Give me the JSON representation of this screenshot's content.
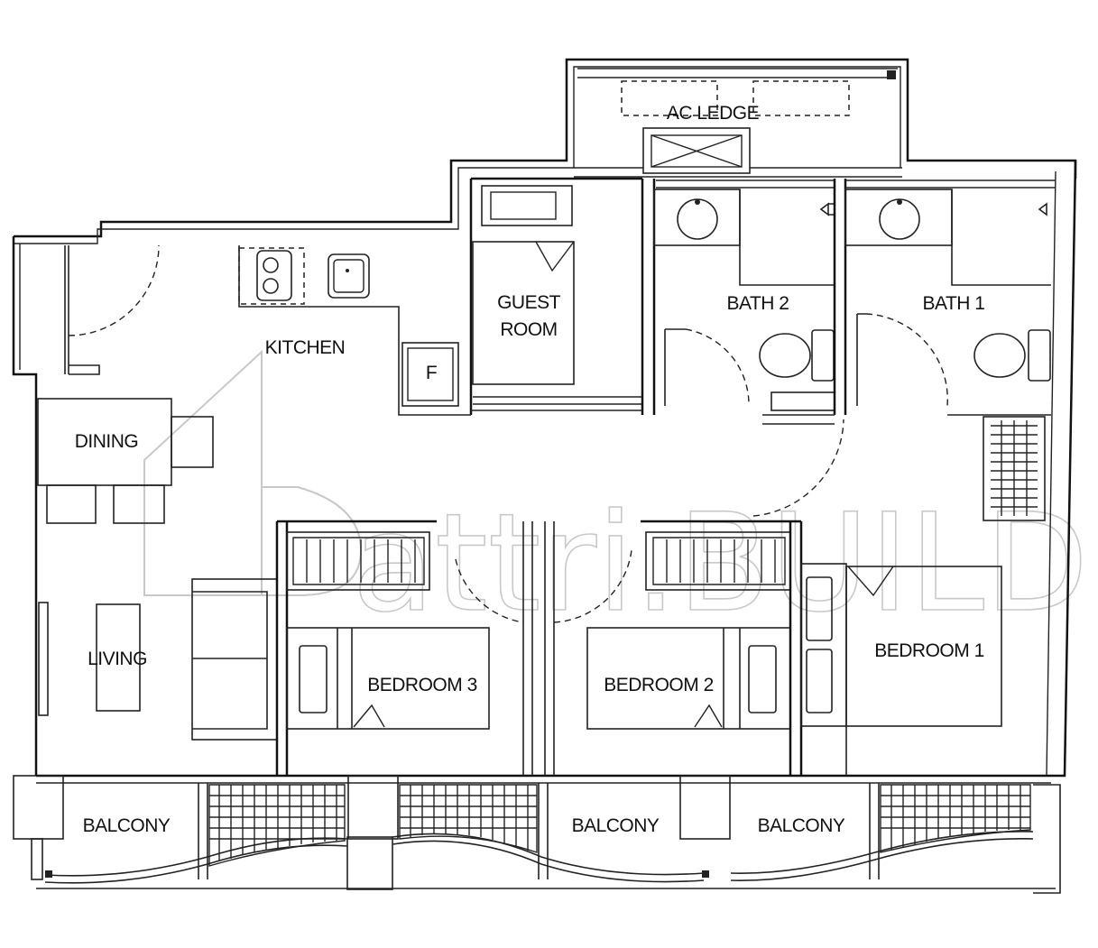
{
  "plan": {
    "rooms": {
      "ac_ledge": "AC LEDGE",
      "guest_room_line1": "GUEST",
      "guest_room_line2": "ROOM",
      "bath2": "BATH 2",
      "bath1": "BATH 1",
      "kitchen": "KITCHEN",
      "fridge": "F",
      "dining": "DINING",
      "living": "LIVING",
      "bedroom3": "BEDROOM 3",
      "bedroom2": "BEDROOM 2",
      "bedroom1": "BEDROOM 1",
      "balcony_left": "BALCONY",
      "balcony_mid": "BALCONY",
      "balcony_right": "BALCONY"
    },
    "watermark": "attri.BUILD",
    "colors": {
      "line": "#111111",
      "watermark": "#c8c8c8",
      "background": "#ffffff"
    }
  }
}
